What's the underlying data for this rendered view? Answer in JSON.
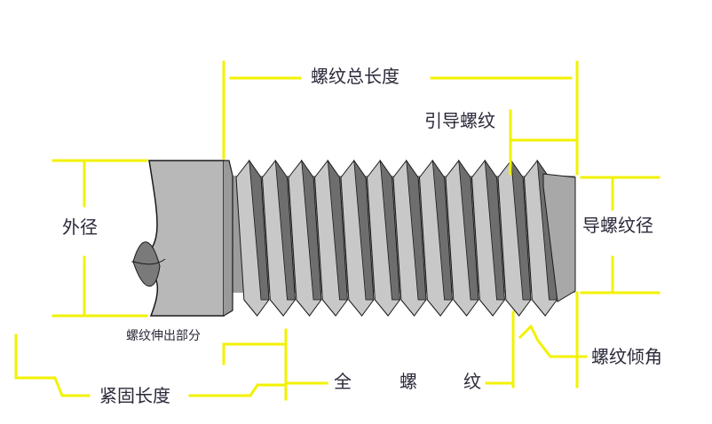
{
  "diagram": {
    "labels": {
      "total_thread_length": "螺纹总长度",
      "lead_thread": "引导螺纹",
      "outer_diameter": "外径",
      "lead_thread_diameter": "导螺纹径",
      "thread_extension_part": "螺纹伸出部分",
      "thread_lead_angle": "螺纹倾角",
      "fastening_length": "紧固长度",
      "full_thread_char1": "全",
      "full_thread_char2": "螺",
      "full_thread_char3": "纹"
    },
    "colors": {
      "dimension_line": "#f2f200",
      "body_fill": "#b4b4b4",
      "thread_light": "#c8c8c8",
      "thread_dark": "#6e6e6e",
      "outline": "#1a1a1a",
      "text": "#2a2a3a"
    }
  }
}
